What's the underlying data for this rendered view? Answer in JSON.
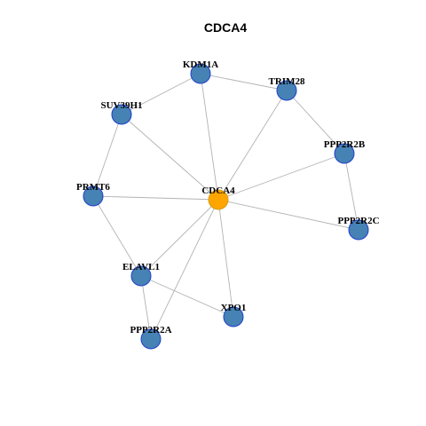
{
  "title": "CDCA4",
  "colors": {
    "hub_fill": "#FFA500",
    "hub_stroke": "#D4A017",
    "node_fill": "#4682B4",
    "node_stroke": "#1F3FCC",
    "edge": "#B3B3B3",
    "label": "#000000"
  },
  "nodes": [
    {
      "id": "CDCA4",
      "label": "CDCA4",
      "hub": true
    },
    {
      "id": "KDM1A",
      "label": "KDM1A",
      "hub": false
    },
    {
      "id": "TRIM28",
      "label": "TRIM28",
      "hub": false
    },
    {
      "id": "SUV39H1",
      "label": "SUV39H1",
      "hub": false
    },
    {
      "id": "PPP2R2B",
      "label": "PPP2R2B",
      "hub": false
    },
    {
      "id": "PRMT6",
      "label": "PRMT6",
      "hub": false
    },
    {
      "id": "PPP2R2C",
      "label": "PPP2R2C",
      "hub": false
    },
    {
      "id": "ELAVL1",
      "label": "ELAVL1",
      "hub": false
    },
    {
      "id": "XPO1",
      "label": "XPO1",
      "hub": false
    },
    {
      "id": "PPP2R2A",
      "label": "PPP2R2A",
      "hub": false
    }
  ],
  "edges": [
    [
      "CDCA4",
      "KDM1A"
    ],
    [
      "CDCA4",
      "TRIM28"
    ],
    [
      "CDCA4",
      "SUV39H1"
    ],
    [
      "CDCA4",
      "PPP2R2B"
    ],
    [
      "CDCA4",
      "PRMT6"
    ],
    [
      "CDCA4",
      "PPP2R2C"
    ],
    [
      "CDCA4",
      "ELAVL1"
    ],
    [
      "CDCA4",
      "XPO1"
    ],
    [
      "CDCA4",
      "PPP2R2A"
    ],
    [
      "KDM1A",
      "TRIM28"
    ],
    [
      "KDM1A",
      "SUV39H1"
    ],
    [
      "TRIM28",
      "PPP2R2B"
    ],
    [
      "SUV39H1",
      "PRMT6"
    ],
    [
      "PPP2R2B",
      "PPP2R2C"
    ],
    [
      "PRMT6",
      "ELAVL1"
    ],
    [
      "ELAVL1",
      "XPO1"
    ],
    [
      "ELAVL1",
      "PPP2R2A"
    ]
  ]
}
